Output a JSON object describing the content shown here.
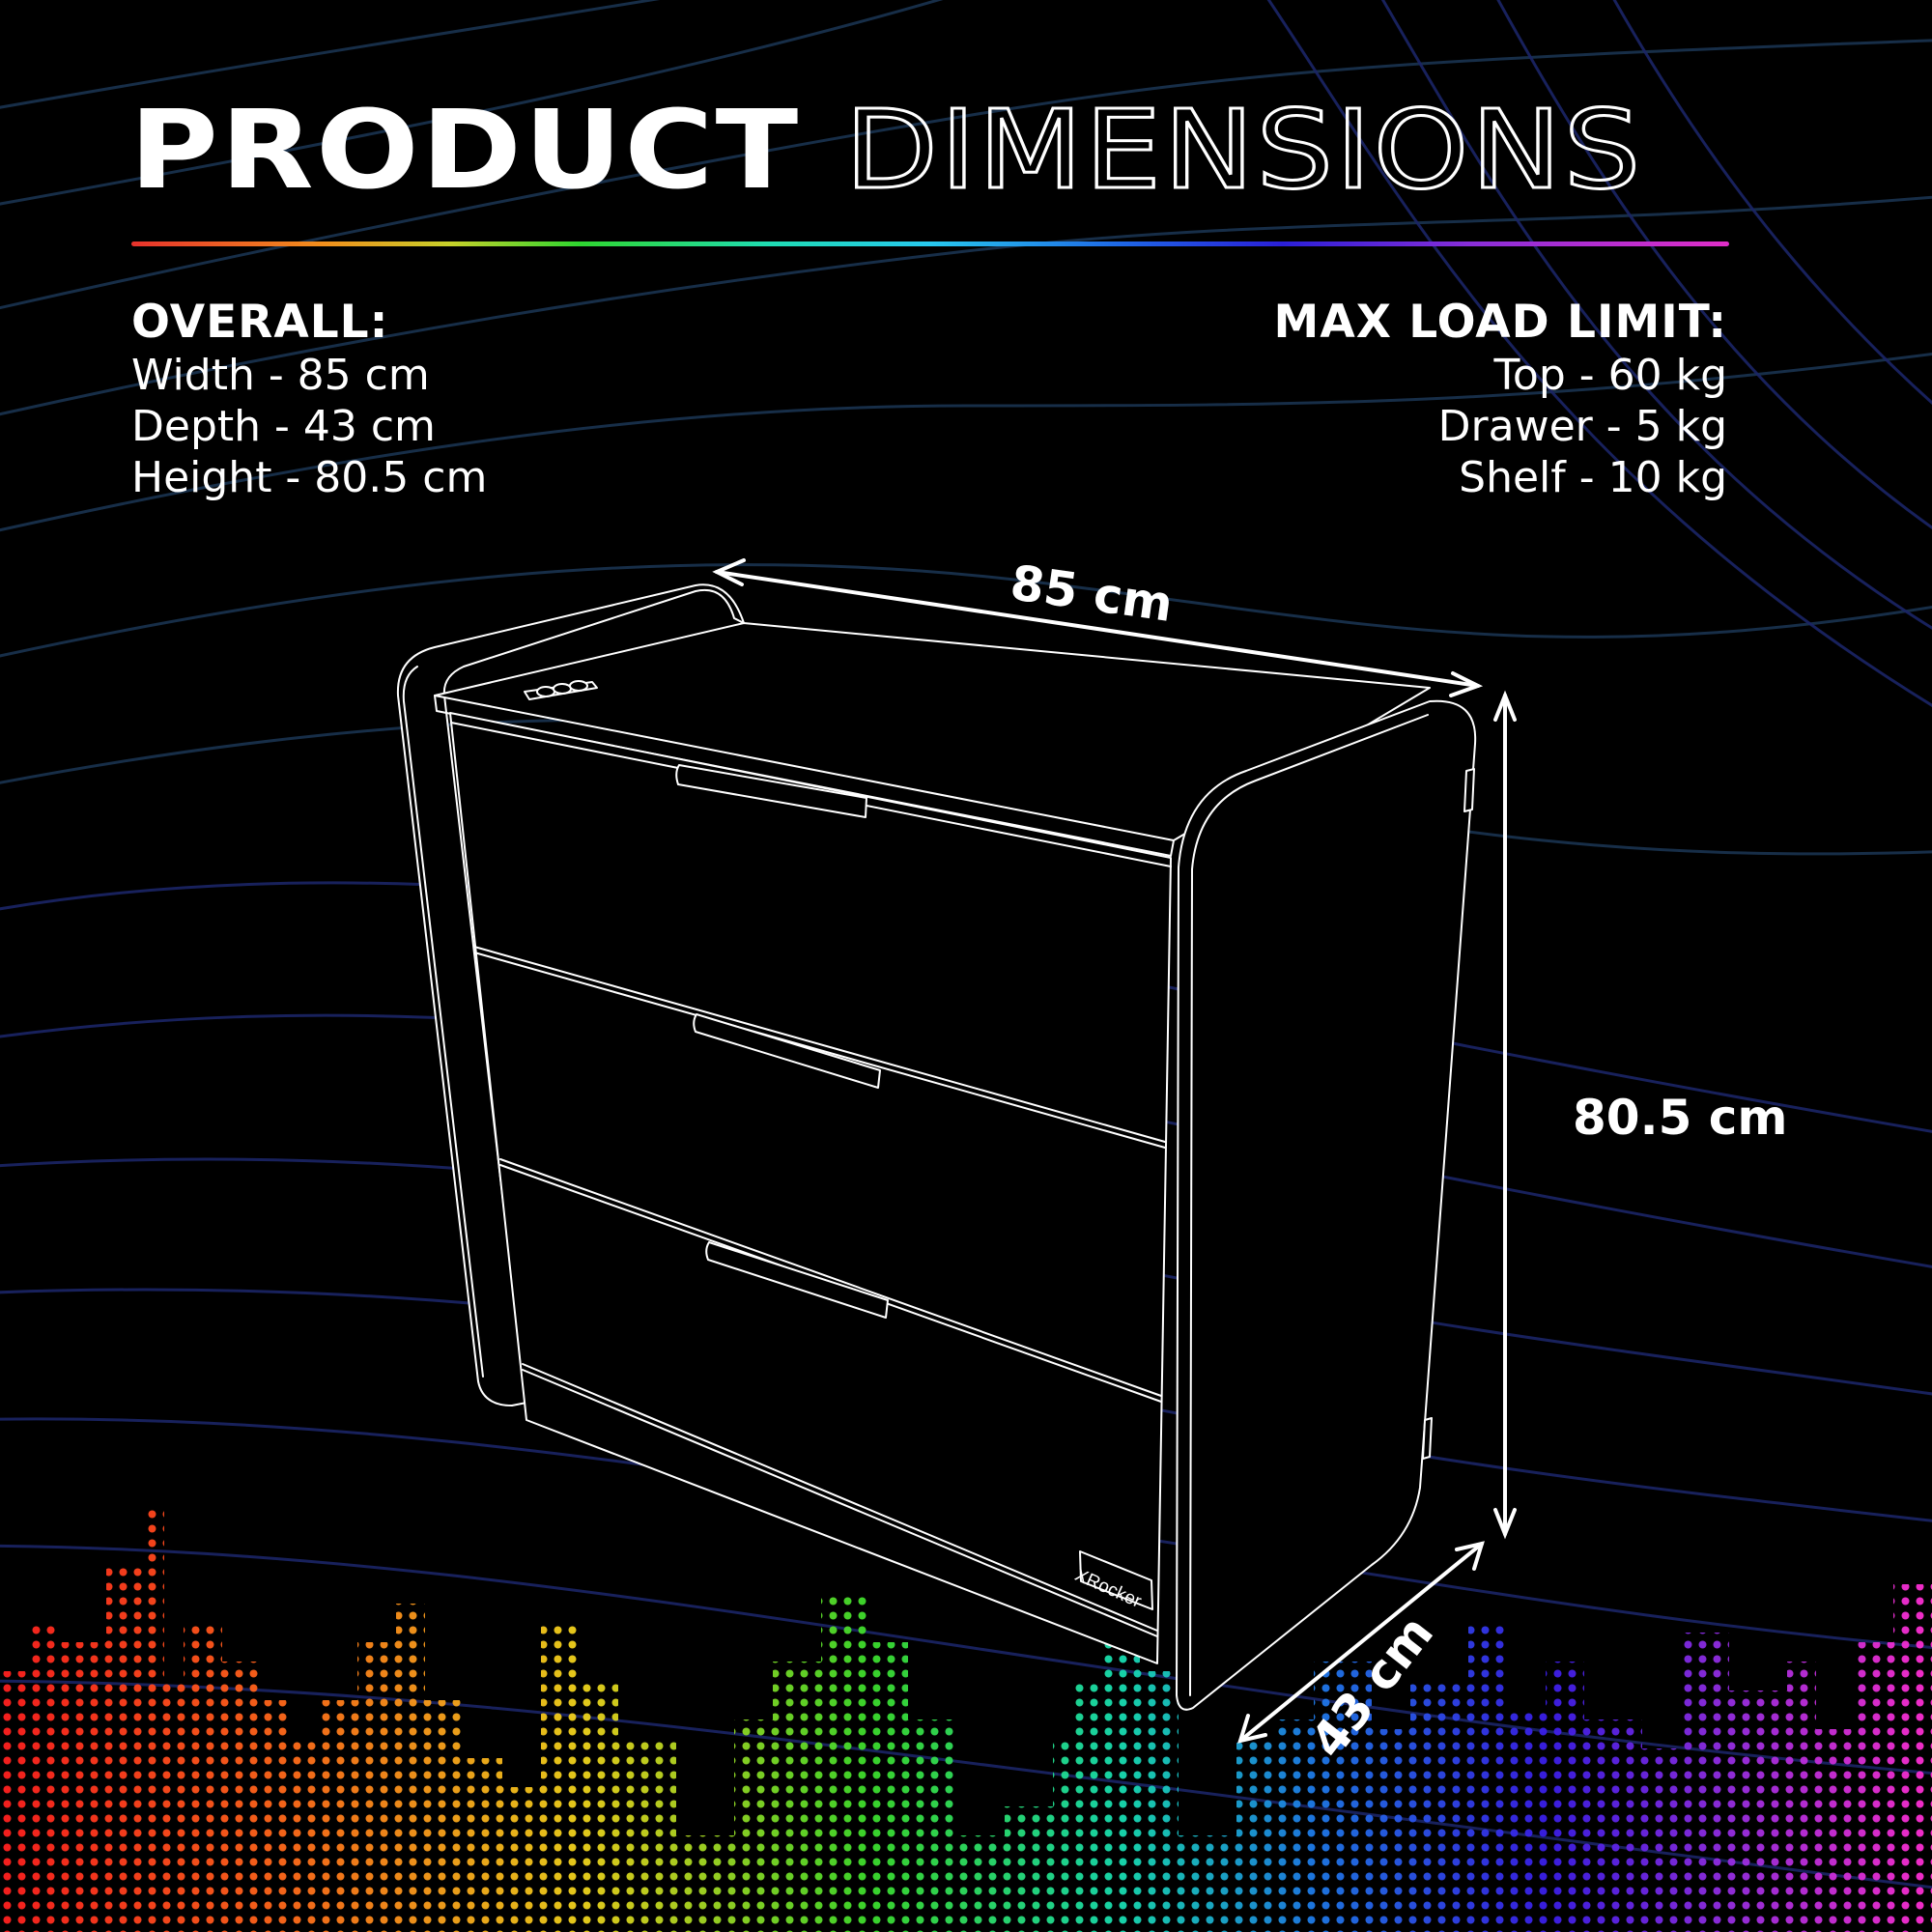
{
  "title": {
    "solid": "PRODUCT",
    "outline": "DIMENSIONS"
  },
  "overall": {
    "heading": "OVERALL:",
    "lines": [
      "Width - 85 cm",
      "Depth - 43 cm",
      "Height - 80.5 cm"
    ]
  },
  "max_load": {
    "heading": "MAX LOAD LIMIT:",
    "lines": [
      "Top - 60 kg",
      "Drawer - 5 kg",
      "Shelf - 10 kg"
    ]
  },
  "dimension_labels": {
    "width": "85 cm",
    "height": "80.5 cm",
    "depth": "43 cm"
  },
  "brand_badge": "XRocker",
  "icons": {
    "arrows": "double-headed-arrow-icon",
    "usb_ports": "usb-port-icon"
  },
  "colors": {
    "background": "#000000",
    "text": "#ffffff",
    "wave_lines": "#1b2d5a",
    "rainbow": [
      "#e8322c",
      "#f28f1c",
      "#c6d12a",
      "#2fd62f",
      "#1fdcb4",
      "#27c8ee",
      "#1e66e6",
      "#2a1fd8",
      "#8a2ed8",
      "#e02ec8"
    ]
  }
}
